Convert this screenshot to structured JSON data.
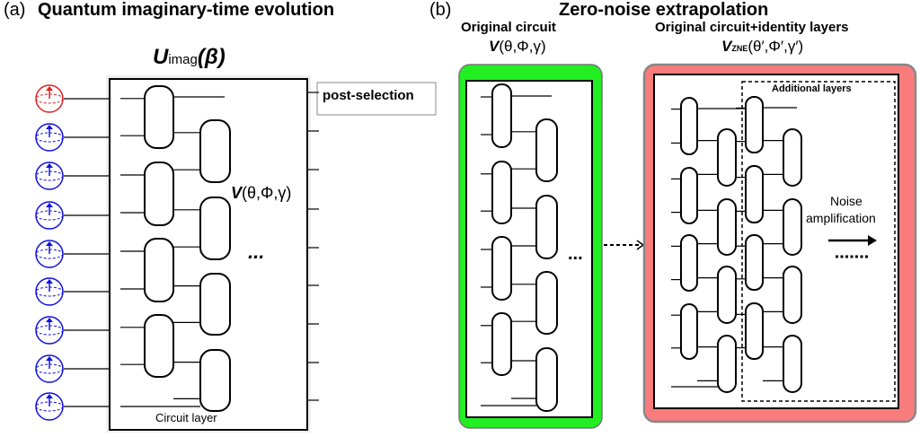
{
  "panel_a": {
    "label": "(a)",
    "title": "Quantum imaginary-time evolution",
    "operator_main": "U",
    "operator_sub": "imag",
    "operator_arg": "(β)",
    "post_selection": "post-selection",
    "circuit_name": "V",
    "circuit_params": "(θ,Φ,γ)",
    "ellipsis": "...",
    "circuit_layer": "Circuit layer",
    "qubit_colors": [
      "#e02020",
      "#1010e0",
      "#1010e0",
      "#1010e0",
      "#1010e0",
      "#1010e0",
      "#1010e0",
      "#1010e0",
      "#1010e0"
    ]
  },
  "panel_b": {
    "label": "(b)",
    "title": "Zero-noise extrapolation",
    "original_title": "Original circuit",
    "original_name": "V",
    "original_params": "(θ,Φ,γ)",
    "ellipsis": "...",
    "zne_title": "Original circuit+identity layers",
    "zne_name": "V",
    "zne_sub": "ZNE",
    "zne_params": "(θ′,Φ′,γ′)",
    "additional_layers": "Additional layers",
    "noise_line1": "Noise",
    "noise_line2": "amplification",
    "green": "#22ee22",
    "red": "#f87c7c"
  }
}
